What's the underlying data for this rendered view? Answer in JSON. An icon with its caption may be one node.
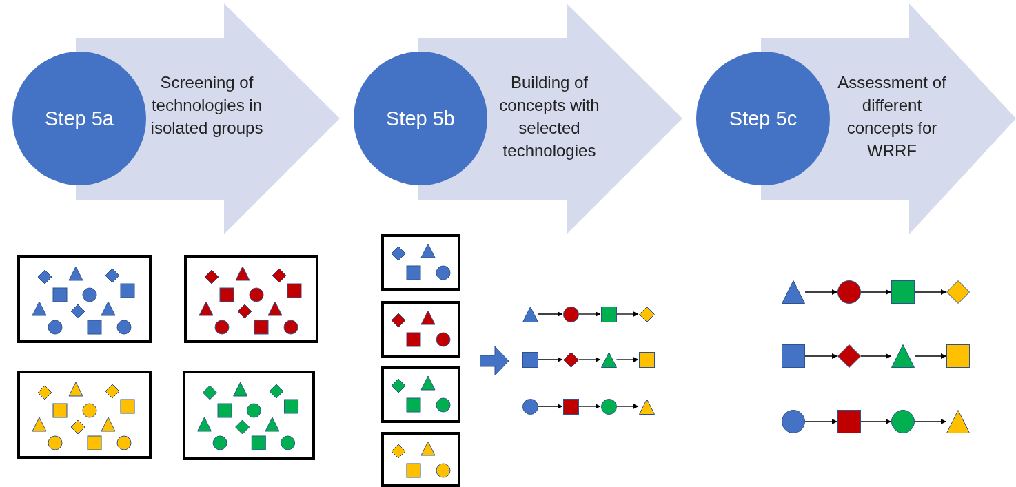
{
  "diagram": {
    "nodes": [
      {
        "text": [
          "Step 5a"
        ]
      },
      {
        "text": [
          "Screening of technologies in isolated groups"
        ]
      },
      {
        "text": [
          "Step 5b"
        ]
      },
      {
        "text": [
          "Building of concepts with selected technologies"
        ]
      },
      {
        "text": [
          "Step 5c"
        ]
      },
      {
        "text": [
          "Assessment of different concepts for WRRF"
        ]
      },
      {
        "text": [],
        "shape": "triangle"
      },
      {
        "text": [],
        "shape": "circle"
      },
      {
        "text": [],
        "shape": "box"
      },
      {
        "text": [],
        "shape": "diamond"
      },
      {
        "text": [],
        "shape": "box"
      },
      {
        "text": [],
        "shape": "diamond"
      },
      {
        "text": [],
        "shape": "triangle"
      },
      {
        "text": [],
        "shape": "box"
      },
      {
        "text": [],
        "shape": "circle"
      },
      {
        "text": [],
        "shape": "box"
      },
      {
        "text": [],
        "shape": "circle"
      },
      {
        "text": [],
        "shape": "triangle"
      },
      {
        "text": [],
        "shape": "triangle"
      },
      {
        "text": [],
        "shape": "circle"
      },
      {
        "text": [],
        "shape": "box"
      },
      {
        "text": [],
        "shape": "diamond"
      },
      {
        "text": [],
        "shape": "box"
      },
      {
        "text": [],
        "shape": "diamond"
      },
      {
        "text": [],
        "shape": "triangle"
      },
      {
        "text": [],
        "shape": "box"
      },
      {
        "text": [],
        "shape": "circle"
      },
      {
        "text": [],
        "shape": "box"
      },
      {
        "text": [],
        "shape": "circle"
      },
      {
        "text": [],
        "shape": "triangle"
      }
    ],
    "edges": [
      {
        "from": 6,
        "to": 7,
        "arrow": "to"
      },
      {
        "from": 7,
        "to": 8,
        "arrow": "to"
      },
      {
        "from": 8,
        "to": 9,
        "arrow": "to"
      },
      {
        "from": 10,
        "to": 11,
        "arrow": "to"
      },
      {
        "from": 11,
        "to": 12,
        "arrow": "to"
      },
      {
        "from": 12,
        "to": 13,
        "arrow": "to"
      },
      {
        "from": 14,
        "to": 15,
        "arrow": "to"
      },
      {
        "from": 15,
        "to": 16,
        "arrow": "to"
      },
      {
        "from": 16,
        "to": 17,
        "arrow": "to"
      },
      {
        "from": 18,
        "to": 19,
        "arrow": "to"
      },
      {
        "from": 19,
        "to": 20,
        "arrow": "to"
      },
      {
        "from": 20,
        "to": 21,
        "arrow": "to"
      },
      {
        "from": 22,
        "to": 23,
        "arrow": "to"
      },
      {
        "from": 23,
        "to": 24,
        "arrow": "to"
      },
      {
        "from": 24,
        "to": 25,
        "arrow": "to"
      },
      {
        "from": 26,
        "to": 27,
        "arrow": "to"
      },
      {
        "from": 27,
        "to": 28,
        "arrow": "to"
      },
      {
        "from": 28,
        "to": 29,
        "arrow": "to"
      }
    ]
  }
}
